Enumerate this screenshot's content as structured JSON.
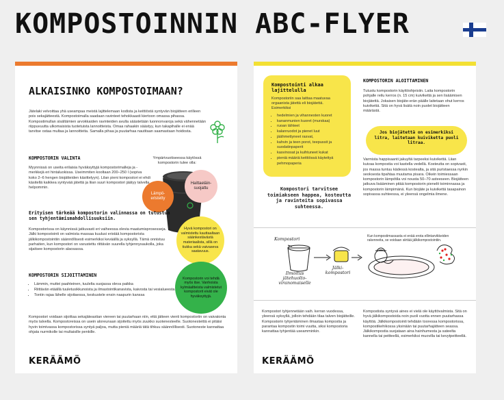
{
  "header": {
    "title": "KOMPOSTOINNIN ABC-FLYER",
    "flag_icon": "finnish-flag-icon",
    "colors": {
      "orange": "#ec7a2e",
      "yellow": "#f8e54a",
      "green": "#34b24a",
      "pink": "#f6c9c6",
      "blue": "#1a3d8f"
    }
  },
  "page1": {
    "heading": "ALKAISINKO KOMPOSTOIMAAN?",
    "intro": "Jätelaki velvoittaa yhä useampaa meistä lajittelemaan kodista ja keittiöstä syntyvän biojätteen erilleen pois sekajätteestä. Kompostoimalla saadaan ravinteet tehokkaasti kiertoon omassa pihassa. Kompostimullan sisältämien arvokkaiden ravinteiden avulla säästetään luonnonvaroja sekä vähennetään riippuvuutta ulkomaisista tuotetuista lannoitteista. Omaa rahaakin säästyy, kun takapihalle ei enää tarvitse ostaa multaa ja lannoitteita. Samalla pihaa ja puutarhaa nautitaan saamastaan hoidosta.",
    "valinta_heading": "KOMPOSTORIN VALINTA",
    "valinta_text": "Myynnissä on useita erilaisia hyväksyttyjä kompostorimalleja ja -merkkejä eri hintaluokissa. Useimmiten kooltaan 200–250 l (sopiva koko 2–6 hengen biojätteiden käsittelyyn). Lilan pieni kompostori ei ehdi käsitellä kaikkea syntyvää jätettä ja liian suuri kompostori jäätyy talvella helpommin.",
    "caption": "Ympärivuotiseessa käytössä kompostorin tulee olla:",
    "highlight": "Erityisen tärkeää kompostorin valinnassa on tutustua sen tyhjentämismahdollisuuksiin.",
    "body2": "Kompostorissa on käynnissä jatkuvasti eri vaiheessa olevia maatumisprosesseja. Jälki kompostointi on valmista massaa kuulusi eristää kompostorista jälkikompostointiin säännöllisesti esimerkiksi keväällä ja syksyllä. Tämä onnistuu parhaiten, kun kompostori on varustettu riittävän suurella tyhjennysaukolla, joka sijaitsee kompostorin alaosassa.",
    "sijoitus_heading": "KOMPOSTORIN SIJOITTAMINEN",
    "sijoitus_list": [
      "Lämmin, muttei paahteinen, tuulelta suojassa oleva paikka",
      "Riittävän etäällä tuuletusikkunoista ja ilmastointikanavista, kaivosta tai vesialueesta",
      "Tontin rajaa lähelle sijoitaessa, keskustele ensin naapurin kanssa"
    ],
    "body3": "Kompostori voidaan sijoittaa sekajäteastian viereen tai puutarhaan niin, että jätteen vienti kompostoriin on vaivatonta myös talvella. Kompostoreissa on usein aloreunaan sijoitettu myös zuukko suotenesteelle. Suotonesteittä ei pitäisi hyvin toimivassa kompostorissa syntyä paljoa, mutta pieniä määriä tätä tihkuu säännöllisesti. Suotoneste kannattaa ohjata nurmikolle tai multaisille penkille.",
    "bubbles": {
      "orange": "Lämpö-eristetty",
      "pink": "Haittaeläin-suojattu",
      "yellow": "Hyvä kompostori on valmistettu kauttaaltaan säänkestävästä materiaalista, sillä on tiukka sekä vaivaseva saatavuus.",
      "green": "Kompostorin voi tehdä myös itse. Vanhoista kylmäaltteista valmistetut kompostorit eivät ole hyväksyttyjä."
    },
    "logo": "KERÄÄMÖ",
    "flower_icon": "flower-icon"
  },
  "page2": {
    "box_title": "Kompostointi alkaa lajittelulla",
    "box_text": "Kompostoriin saa laittaa maatuvaa orgaanista jätettä eli biojätettä. Esimerkiksi",
    "box_list": [
      "hedelmien ja vihannesten kuoret",
      "kananmunien kuoret (murskaa)",
      "ruoan tähteet",
      "kalanruodot ja pienet luut",
      "jäähmettyneet rasvat,",
      "kahvin ja teen porot, teepussit ja suodatinpaperit",
      "kasvinosat ja kuihtuneet kukat",
      "pieniä määriä keittiössä käytettyä pehmopaperia"
    ],
    "quote": "Kompostori tarvitsee toimiakseen happea, kosteutta ja ravinteita sopivassa suhteessa.",
    "aloitus_heading": "KOMPOSTORIN ALOITTAMINEN",
    "aloitus_text": "Tutustu kompostorin käyttöohjeisiin. Laita kompostorin pohjalle reilu kerros (n. 15 cm) kuivikettä ja sen lisäämisen biojätettä. Jokaisen biojäte-erän päälle laitetaan ohut kerros kuivikettä. Sitä on hyvä lisätä noin puolet biojätteen määrästä.",
    "callout": "Jos biojätettä on esimerkiksi litra, laitetaan kuiviketta puoli litraa.",
    "aloitus_text2": "Varmista happisaanti jakuyltä tarpeeksi kuivikettä. Liian kuivaa kompostia voi kastella vedellä. Kosteutta on sopivasti, jos massa tuntuu kädessä kostealta, ja sitä puristaessa nyrkin seoksesta tipahtaa muutama pisara. Oikein toimiessaan kompostorin lämpötila voi nousta 50–70 asteeseen. Biojätteen jatkuva lisääminen pitää kompostorin pienelit toiminnassa ja kompostorin lämpimänä. Kun biojäte ja kuivikettä tasapainon sopivassa suhteessa, ei yleensä ongelmia ilmene.",
    "diagram": {
      "label_komp": "Kompostori",
      "label_ilmoitus": "Ilmoitus jätehuolto-viranomaiselle",
      "label_jalki": "Jälki-kompostori",
      "note": "Kun kompostimassasta ei enää erota ellintarvikkeiden rakenneita, se voidaan siirtää jälkikompostointiin."
    },
    "col1": "Kompostori tyhjennetään vaih. kerran vuodessa, yleensä syksyllä, jolloin tehdään tilaa talven biojätteille. Kompostorin tyhjentäminen ilmastaa kompostia ja parantaa kompostin toimi vuutta, siksi kompostoria kannattaa tyhjentää useamminkin.",
    "col2": "Kompostista syntyvä aines ei vielä ole käyttövalmista. Sitä on hyvä jälkikompostoida noin puoli vuotta ennen puutarhassa käyttöä. Jälkikompostointi tehdään tooressa kompostorissa, kompostikehikossa yksinään tai puutarhajätteen seassa. Jälkikompostia suojataan aina hainhumesta ja sateelta kannella tai peitteellä, esimerkiksi muovilla tai kevytpeitteellä.",
    "logo": "KERÄÄMÖ"
  }
}
